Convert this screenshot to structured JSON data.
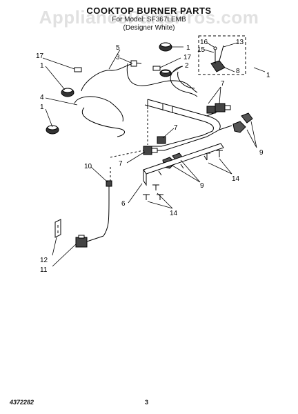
{
  "header": {
    "watermark": "AppliancePartsPros.com",
    "title": "COOKTOP BURNER PARTS",
    "model_line": "For Model: SF367LEMB",
    "color_line": "(Designer White)"
  },
  "callouts": {
    "c1a": "1",
    "c1b": "1",
    "c1c": "1",
    "c1d": "1",
    "c2": "2",
    "c3": "3",
    "c4": "4",
    "c5": "5",
    "c6": "6",
    "c7a": "7",
    "c7b": "7",
    "c7c": "7",
    "c8": "8",
    "c9a": "9",
    "c9b": "9",
    "c10": "10",
    "c11": "11",
    "c12": "12",
    "c13": "13",
    "c14a": "14",
    "c14b": "14",
    "c15": "15",
    "c16": "16",
    "c17a": "17",
    "c17b": "17"
  },
  "footer": {
    "doc_number": "4372282",
    "page_number": "3"
  }
}
